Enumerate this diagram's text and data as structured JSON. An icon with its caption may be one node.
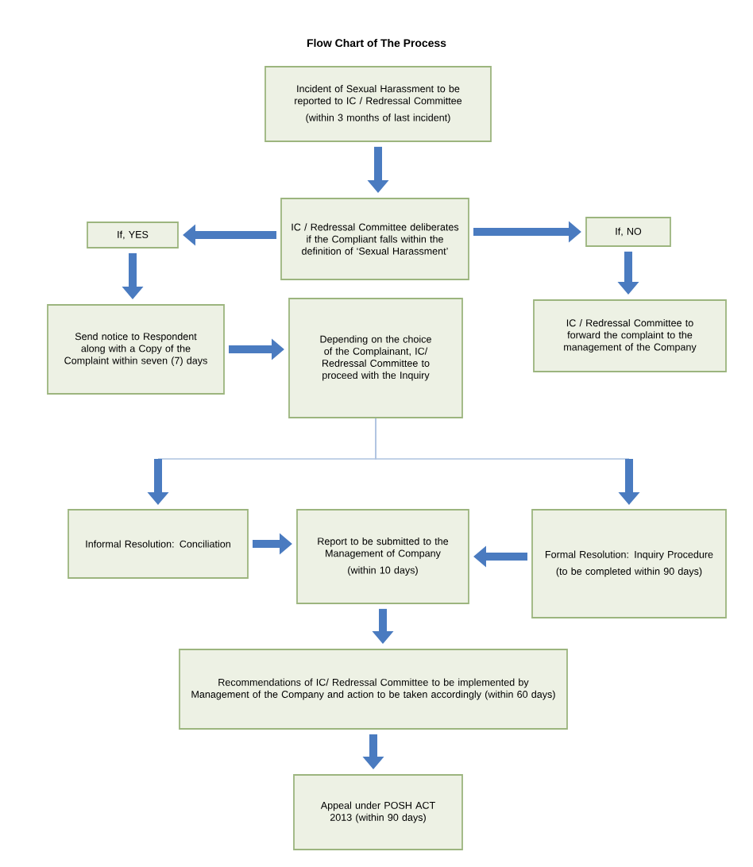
{
  "diagram": {
    "title": "Flow Chart of The Process",
    "nodes": [
      {
        "text": [
          "Incident of Sexual Harassment to be reported to IC / Redressal Committee",
          "(within 3 months of last incident)"
        ]
      },
      {
        "text": [
          "IC / Redressal Committee deliberates if the Compliant falls within the definition of ‘Sexual Harassment’"
        ]
      },
      {
        "text": [
          "If, YES"
        ]
      },
      {
        "text": [
          "If, NO"
        ]
      },
      {
        "text": [
          "Send notice to Respondent along with a Copy of the Complaint within seven (7) days"
        ]
      },
      {
        "text": [
          "Depending on the choice of the Complainant, IC/ Redressal Committee to proceed with the Inquiry"
        ]
      },
      {
        "text": [
          "IC / Redressal Committee to forward the complaint to the management of the Company"
        ]
      },
      {
        "text": [
          "Informal Resolution: Conciliation"
        ]
      },
      {
        "text": [
          "Report to be submitted to the Management of Company",
          "(within 10 days)"
        ]
      },
      {
        "text": [
          "Formal Resolution: Inquiry Procedure",
          "(to be completed within 90 days)"
        ]
      },
      {
        "text": [
          "Recommendations of IC/ Redressal Committee to be implemented by Management of the Company and action to be taken accordingly (within 60 days)"
        ]
      },
      {
        "text": [
          "Appeal under POSH ACT 2013 (within 90 days)"
        ]
      }
    ],
    "edges": [
      {
        "from": 0,
        "to": 1,
        "arrow": "to"
      },
      {
        "from": 1,
        "to": 2,
        "arrow": "to"
      },
      {
        "from": 1,
        "to": 3,
        "arrow": "to"
      },
      {
        "from": 2,
        "to": 4,
        "arrow": "to"
      },
      {
        "from": 3,
        "to": 6,
        "arrow": "to"
      },
      {
        "from": 4,
        "to": 5,
        "arrow": "to"
      },
      {
        "from": 5,
        "to": 7,
        "arrow": "to",
        "color": "#afc3e0"
      },
      {
        "from": 5,
        "to": 9,
        "arrow": "to",
        "color": "#afc3e0"
      },
      {
        "from": 7,
        "to": 8,
        "arrow": "to"
      },
      {
        "from": 9,
        "to": 8,
        "arrow": "to"
      },
      {
        "from": 8,
        "to": 10,
        "arrow": "to"
      },
      {
        "from": 10,
        "to": 11,
        "arrow": "to"
      }
    ]
  }
}
